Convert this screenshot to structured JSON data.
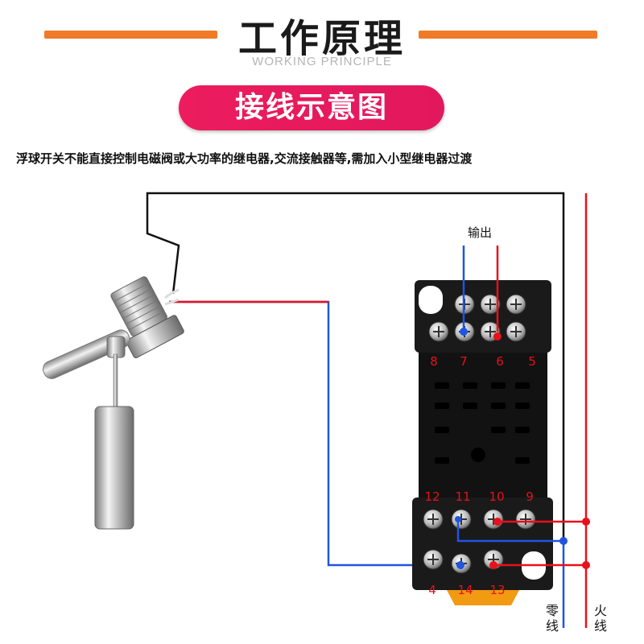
{
  "header": {
    "title": "工作原理",
    "subtitle": "WORKING PRINCIPLE",
    "accent_color": "#f07a25"
  },
  "badge": {
    "label": "接线示意图",
    "color": "#e81b5e"
  },
  "note": "浮球开关不能直接控制电磁阀或大功率的继电器,交流接触器等,需加入小型继电器过渡",
  "diagram": {
    "output_label": "输出",
    "neutral_label": "零线",
    "live_label": "火线",
    "top_terminals": [
      "8",
      "7",
      "6",
      "5"
    ],
    "middle_terminals": [
      "12",
      "11",
      "10",
      "9"
    ],
    "bottom_terminals": [
      "4",
      "14",
      "13"
    ],
    "wire_colors": {
      "red": "#e8101a",
      "blue": "#1f55e0",
      "black": "#111111"
    }
  }
}
